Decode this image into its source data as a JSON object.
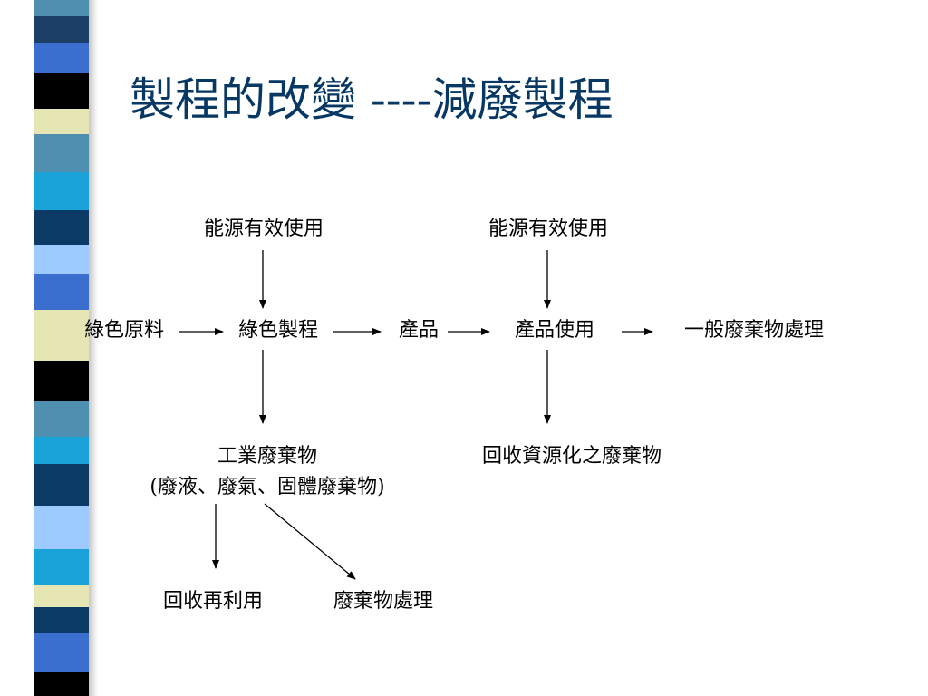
{
  "slide": {
    "title": "製程的改變 ----減廢製程"
  },
  "diagram": {
    "nodes": {
      "energy_1": "能源有效使用",
      "energy_2": "能源有效使用",
      "green_raw": "綠色原料",
      "green_process": "綠色製程",
      "product": "產品",
      "product_use": "產品使用",
      "general_waste": "一般廢棄物處理",
      "industrial_waste": "工業廢棄物",
      "industrial_waste_types": "(廢液、廢氣、固體廢棄物)",
      "recyclable_waste": "回收資源化之廢棄物",
      "reuse": "回收再利用",
      "waste_treatment": "廢棄物處理"
    }
  },
  "stripe_colors": [
    "#4f8fb0",
    "#1b3f66",
    "#3a6fd0",
    "#000000",
    "#e6e6b4",
    "#4f8fb0",
    "#1aa3d8",
    "#0b3a66",
    "#9ecbff",
    "#3a6fd0",
    "#e6e6b4",
    "#000000",
    "#4f8fb0",
    "#1aa3d8",
    "#0b3a66",
    "#9ecbff",
    "#1aa3d8",
    "#e6e6b4",
    "#0b3a66",
    "#3a6fd0",
    "#000000"
  ]
}
